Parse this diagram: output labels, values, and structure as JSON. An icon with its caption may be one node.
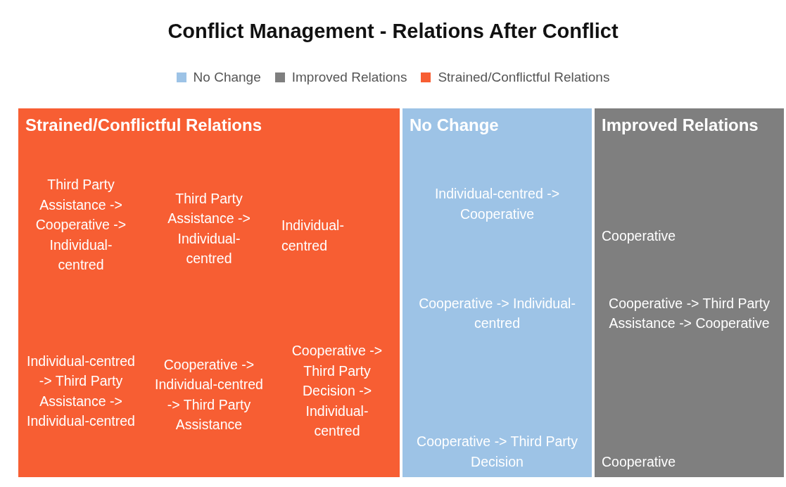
{
  "diagram": {
    "title": "Conflict Management - Relations After Conflict",
    "nodes": [
      {
        "text": [
          "Strained/Conflictful Relations"
        ]
      },
      {
        "text": [
          "Third Party Assistance -> Cooperative -> Individual-centred"
        ],
        "in": 0
      },
      {
        "text": [
          "Third Party Assistance -> Individual-centred"
        ],
        "in": 0
      },
      {
        "text": [
          "Individual-centred"
        ],
        "in": 0
      },
      {
        "text": [
          "Individual-centred -> Third Party Assistance -> Individual-centred"
        ],
        "in": 0
      },
      {
        "text": [
          "Cooperative -> Individual-centred -> Third Party Assistance"
        ],
        "in": 0
      },
      {
        "text": [
          "Cooperative -> Third Party Decision -> Individual-centred"
        ],
        "in": 0
      },
      {
        "text": [
          "No Change"
        ]
      },
      {
        "text": [
          "Individual-centred -> Cooperative"
        ],
        "in": 7
      },
      {
        "text": [
          "Cooperative -> Individual-centred"
        ],
        "in": 7
      },
      {
        "text": [
          "Cooperative -> Third Party Decision"
        ],
        "in": 7
      },
      {
        "text": [
          "Improved Relations"
        ]
      },
      {
        "text": [
          "Cooperative"
        ],
        "in": 11
      },
      {
        "text": [
          "Cooperative -> Third Party Assistance -> Cooperative"
        ],
        "in": 11
      },
      {
        "text": [
          "Cooperative"
        ],
        "in": 11
      }
    ],
    "edges": [],
    "legend": [
      {
        "text": "No Change",
        "color": "#9dc3e6"
      },
      {
        "text": "Improved Relations",
        "color": "#7f7f7f"
      },
      {
        "text": "Strained/Conflictful Relations",
        "color": "#f75e33"
      }
    ]
  }
}
